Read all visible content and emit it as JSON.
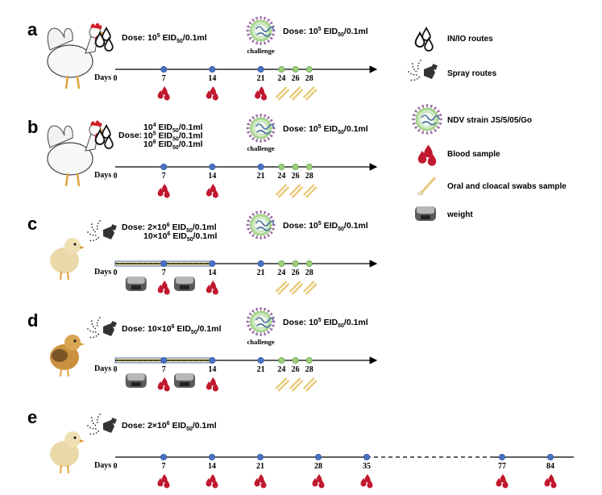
{
  "panels": [
    {
      "letter": "a",
      "route": "IN/IO",
      "subject": "chicken",
      "dose_lines": [
        {
          "prefix": "Dose: ",
          "coef": "",
          "exp": "5",
          "unit": "/0.1ml"
        }
      ],
      "days_label": "Days",
      "ticks": [
        {
          "day": 0,
          "label": "0",
          "dot": "none",
          "blood": false,
          "swab": false
        },
        {
          "day": 7,
          "label": "7",
          "dot": "blue",
          "blood": true,
          "swab": false
        },
        {
          "day": 14,
          "label": "14",
          "dot": "blue",
          "blood": true,
          "swab": false
        },
        {
          "day": 21,
          "label": "21",
          "dot": "blue",
          "blood": true,
          "swab": false
        },
        {
          "day": 24,
          "label": "24",
          "dot": "green",
          "blood": false,
          "swab": true
        },
        {
          "day": 26,
          "label": "26",
          "dot": "green",
          "blood": false,
          "swab": true
        },
        {
          "day": 28,
          "label": "28",
          "dot": "green",
          "blood": false,
          "swab": true
        }
      ],
      "challenge": {
        "label": "challenge",
        "dose": {
          "prefix": "Dose: ",
          "coef": "",
          "exp": "5",
          "unit": "/0.1ml"
        }
      },
      "weight_days": []
    },
    {
      "letter": "b",
      "route": "IN/IO",
      "subject": "chicken",
      "dose_prefix": "Dose:",
      "dose_lines": [
        {
          "prefix": "",
          "coef": "",
          "exp": "4",
          "unit": "/0.1ml"
        },
        {
          "prefix": "",
          "coef": "",
          "exp": "5",
          "unit": "/0.1ml"
        },
        {
          "prefix": "",
          "coef": "",
          "exp": "6",
          "unit": "/0.1ml"
        }
      ],
      "days_label": "Days",
      "ticks": [
        {
          "day": 0,
          "label": "0",
          "dot": "none",
          "blood": false,
          "swab": false
        },
        {
          "day": 7,
          "label": "7",
          "dot": "blue",
          "blood": true,
          "swab": false
        },
        {
          "day": 14,
          "label": "14",
          "dot": "blue",
          "blood": true,
          "swab": false
        },
        {
          "day": 21,
          "label": "21",
          "dot": "blue",
          "blood": false,
          "swab": false
        },
        {
          "day": 24,
          "label": "24",
          "dot": "green",
          "blood": false,
          "swab": true
        },
        {
          "day": 26,
          "label": "26",
          "dot": "green",
          "blood": false,
          "swab": true
        },
        {
          "day": 28,
          "label": "28",
          "dot": "green",
          "blood": false,
          "swab": true
        }
      ],
      "challenge": {
        "label": "challenge",
        "dose": {
          "prefix": "Dose: ",
          "coef": "",
          "exp": "5",
          "unit": "/0.1ml"
        }
      },
      "weight_days": []
    },
    {
      "letter": "c",
      "route": "Spray",
      "subject": "chick",
      "dose_lines": [
        {
          "prefix": "Dose: ",
          "coef": "2×",
          "exp": "6",
          "unit": "/0.1ml"
        },
        {
          "prefix": "",
          "coef": "10×",
          "exp": "6",
          "unit": "/0.1ml"
        }
      ],
      "days_label": "Days",
      "ticks": [
        {
          "day": 0,
          "label": "0",
          "dot": "none",
          "blood": false,
          "swab": false
        },
        {
          "day": 7,
          "label": "7",
          "dot": "blue",
          "blood": true,
          "swab": false
        },
        {
          "day": 14,
          "label": "14",
          "dot": "blue",
          "blood": true,
          "swab": false
        },
        {
          "day": 21,
          "label": "21",
          "dot": "blue",
          "blood": false,
          "swab": false
        },
        {
          "day": 24,
          "label": "24",
          "dot": "green",
          "blood": false,
          "swab": true
        },
        {
          "day": 26,
          "label": "26",
          "dot": "green",
          "blood": false,
          "swab": true
        },
        {
          "day": 28,
          "label": "28",
          "dot": "green",
          "blood": false,
          "swab": true
        }
      ],
      "challenge": {
        "label": "",
        "dose": {
          "prefix": "Dose: ",
          "coef": "",
          "exp": "5",
          "unit": "/0.1ml"
        }
      },
      "weight_days": [
        3,
        10
      ]
    },
    {
      "letter": "d",
      "route": "Spray",
      "subject": "chick",
      "dose_lines": [
        {
          "prefix": "Dose: ",
          "coef": "10×",
          "exp": "6",
          "unit": "/0.1ml"
        }
      ],
      "days_label": "Days",
      "ticks": [
        {
          "day": 0,
          "label": "0",
          "dot": "none",
          "blood": false,
          "swab": false
        },
        {
          "day": 7,
          "label": "7",
          "dot": "blue",
          "blood": true,
          "swab": false
        },
        {
          "day": 14,
          "label": "14",
          "dot": "blue",
          "blood": true,
          "swab": false
        },
        {
          "day": 21,
          "label": "21",
          "dot": "blue",
          "blood": false,
          "swab": false
        },
        {
          "day": 24,
          "label": "24",
          "dot": "green",
          "blood": false,
          "swab": true
        },
        {
          "day": 26,
          "label": "26",
          "dot": "green",
          "blood": false,
          "swab": true
        },
        {
          "day": 28,
          "label": "28",
          "dot": "green",
          "blood": false,
          "swab": true
        }
      ],
      "challenge": {
        "label": "challenge",
        "dose": {
          "prefix": "Dose: ",
          "coef": "",
          "exp": "5",
          "unit": "/0.1ml"
        }
      },
      "weight_days": [
        3,
        10
      ]
    },
    {
      "letter": "e",
      "route": "Spray",
      "subject": "chick",
      "dose_lines": [
        {
          "prefix": "Dose:  ",
          "coef": "2×",
          "exp": "6",
          "unit": "/0.1ml"
        }
      ],
      "days_label": "Days",
      "ticks": [
        {
          "day": 0,
          "label": "0",
          "dot": "none",
          "blood": false
        },
        {
          "day": 7,
          "label": "7",
          "dot": "blue",
          "blood": true
        },
        {
          "day": 14,
          "label": "14",
          "dot": "blue",
          "blood": true
        },
        {
          "day": 21,
          "label": "21",
          "dot": "blue",
          "blood": true
        },
        {
          "day": 28,
          "label": "28",
          "dot": "blue",
          "blood": true
        },
        {
          "day": 35,
          "label": "35",
          "dot": "blue",
          "blood": true
        },
        {
          "day": 77,
          "label": "77",
          "dot": "blue",
          "blood": true
        },
        {
          "day": 84,
          "label": "84",
          "dot": "blue",
          "blood": true
        }
      ],
      "gap_after_day": 35
    }
  ],
  "dose_base": "10",
  "dose_unit_sub": "50",
  "dose_eid": " EID",
  "legend": [
    {
      "icon": "drops-icon",
      "label": "IN/IO routes"
    },
    {
      "icon": "spray-icon",
      "label": "Spray routes"
    },
    {
      "icon": "virus-icon",
      "label": "NDV strain JS/5/05/Go"
    },
    {
      "icon": "blood-icon",
      "label": "Blood sample"
    },
    {
      "icon": "swab-icon",
      "label": "Oral and cloacal swabs sample"
    },
    {
      "icon": "scale-icon",
      "label": "weight"
    }
  ],
  "colors": {
    "blue_dot": "#4a72c4",
    "green_dot": "#9bcf7a",
    "blood": "#c0182e",
    "swab": "#e9c97a",
    "dashed_bar_fill": "#f2e6a8",
    "virus_ring": "#a9d78f",
    "virus_spike": "#9a6aa3"
  }
}
